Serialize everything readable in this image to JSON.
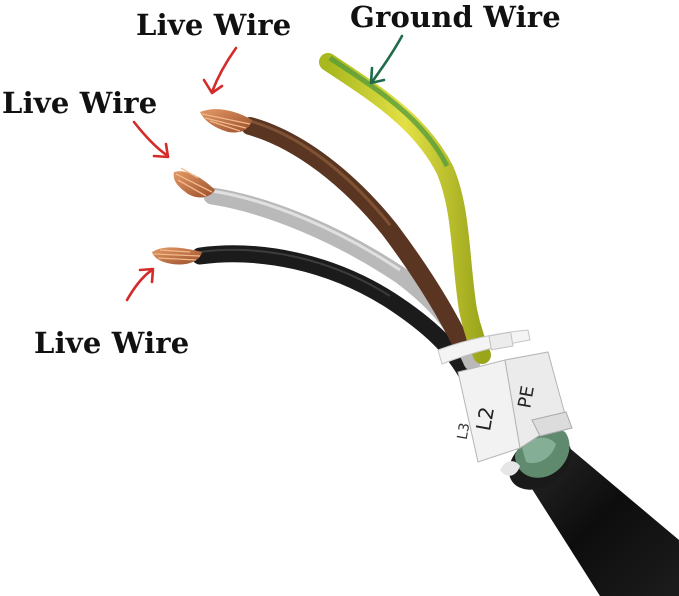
{
  "labels": {
    "live_wire_top": "Live Wire",
    "live_wire_middle": "Live Wire",
    "live_wire_bottom": "Live Wire",
    "ground_wire": "Ground Wire"
  },
  "sleeve_markers": {
    "front": "L2",
    "back": "PE",
    "partial": "L3"
  },
  "colors": {
    "live_arrow": "#d42b2b",
    "ground_arrow": "#1f6b4a",
    "brown_wire": "#5a3521",
    "grey_wire": "#b9b9b9",
    "black_wire": "#1b1b1b",
    "yellow_green_wire": "#c9cf2a",
    "copper": "#c8794a",
    "cable_jacket": "#141414"
  },
  "icons": [
    "red-arrow-icon",
    "green-arrow-icon"
  ]
}
